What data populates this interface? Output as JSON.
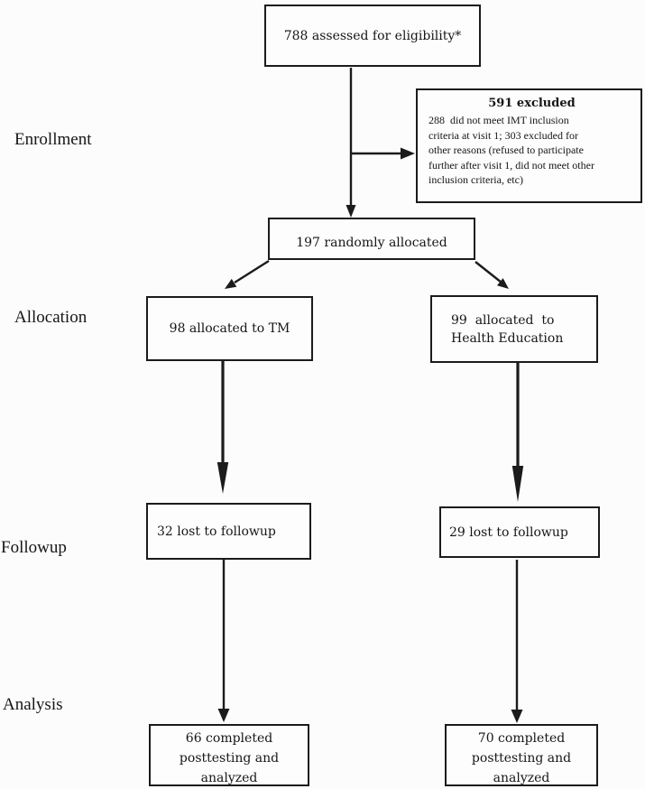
{
  "stages": [
    "Enrollment",
    "Allocation",
    "Followup",
    "Analysis"
  ],
  "boxes": {
    "assessed": "788 assessed for eligibility*",
    "excluded_title": "591 excluded",
    "excluded_body": "288  did not meet IMT inclusion\ncriteria at visit 1; 303 excluded for\nother reasons (refused to participate\nfurther after visit 1, did not meet other\ninclusion criteria, etc)",
    "randomized": "197 randomly allocated",
    "allocated_tm": "98 allocated to TM",
    "allocated_he": "99  allocated  to\nHealth Education",
    "lost_tm": "32 lost to followup",
    "lost_he": "29 lost to followup",
    "analyzed_tm": "66 completed\nposttesting and\nanalyzed",
    "analyzed_he": "70 completed\nposttesting and\nanalyzed"
  },
  "colors": {
    "line": "#1b1b1b",
    "background": "#fcfcfc",
    "box_fill": "#fdfdfd",
    "text": "#161616"
  }
}
